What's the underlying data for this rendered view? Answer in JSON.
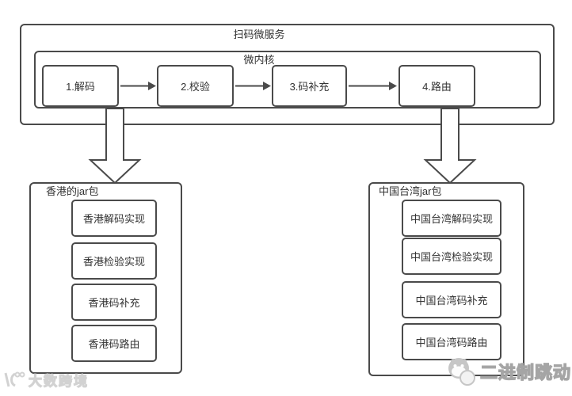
{
  "diagram": {
    "outer_title": "扫码微服务",
    "inner_title": "微内核",
    "steps": [
      {
        "label": "1.解码"
      },
      {
        "label": "2.校验"
      },
      {
        "label": "3.码补充"
      },
      {
        "label": "4.路由"
      }
    ],
    "left_package": {
      "title": "香港的jar包",
      "items": [
        {
          "label": "香港解码实现"
        },
        {
          "label": "香港检验实现"
        },
        {
          "label": "香港码补充"
        },
        {
          "label": "香港码路由"
        }
      ]
    },
    "right_package": {
      "title": "中国台湾jar包",
      "items": [
        {
          "label": "中国台湾解码实现"
        },
        {
          "label": "中国台湾检验实现"
        },
        {
          "label": "中国台湾码补充"
        },
        {
          "label": "中国台湾码路由"
        }
      ]
    }
  },
  "watermarks": {
    "bottom_left": "大数跨境",
    "bottom_right": "二进制跳动"
  },
  "colors": {
    "border": "#4a4a4a",
    "text": "#333333",
    "watermark_light": "#d2d2d2",
    "watermark_gray": "#a5a5a5",
    "background": "#ffffff"
  }
}
